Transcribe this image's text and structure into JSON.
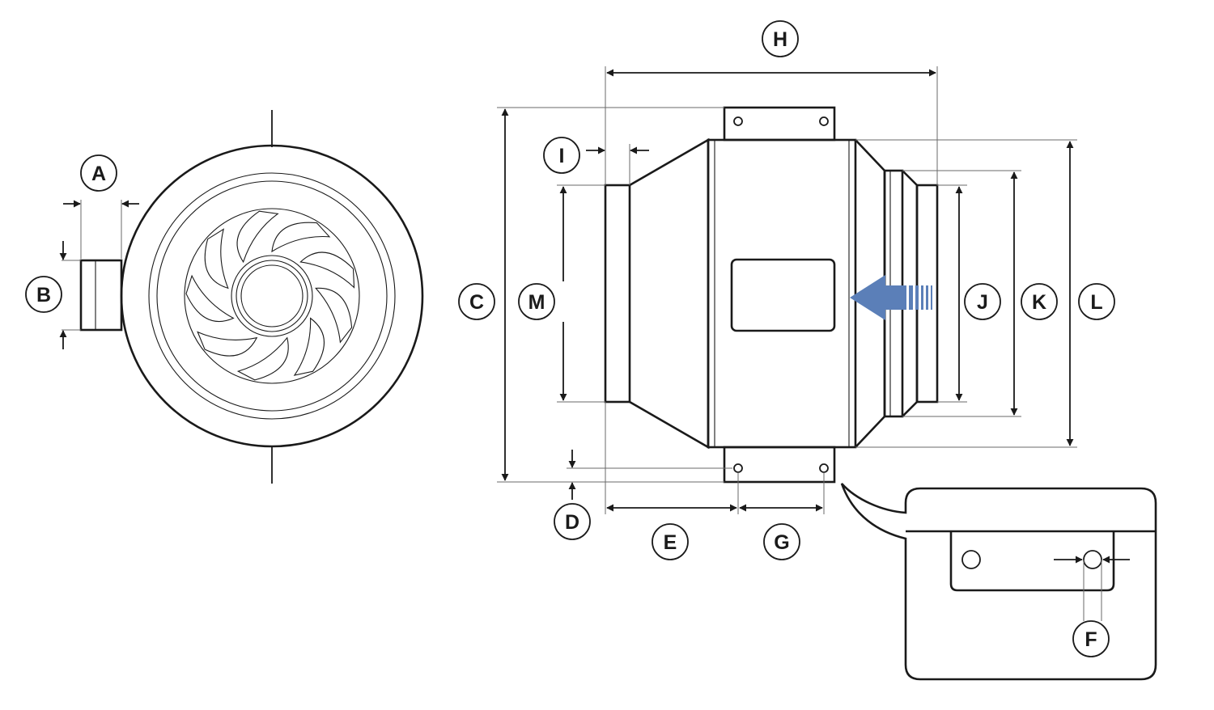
{
  "colors": {
    "line": "#1a1a1a",
    "extension_line": "#6a6a6a",
    "airflow_arrow": "#5b7fb8",
    "background": "#ffffff"
  },
  "labels": {
    "A": "A",
    "B": "B",
    "C": "C",
    "D": "D",
    "E": "E",
    "F": "F",
    "G": "G",
    "H": "H",
    "I": "I",
    "J": "J",
    "K": "K",
    "L": "L",
    "M": "M"
  },
  "icons": {
    "airflow": "airflow-arrow-icon"
  }
}
